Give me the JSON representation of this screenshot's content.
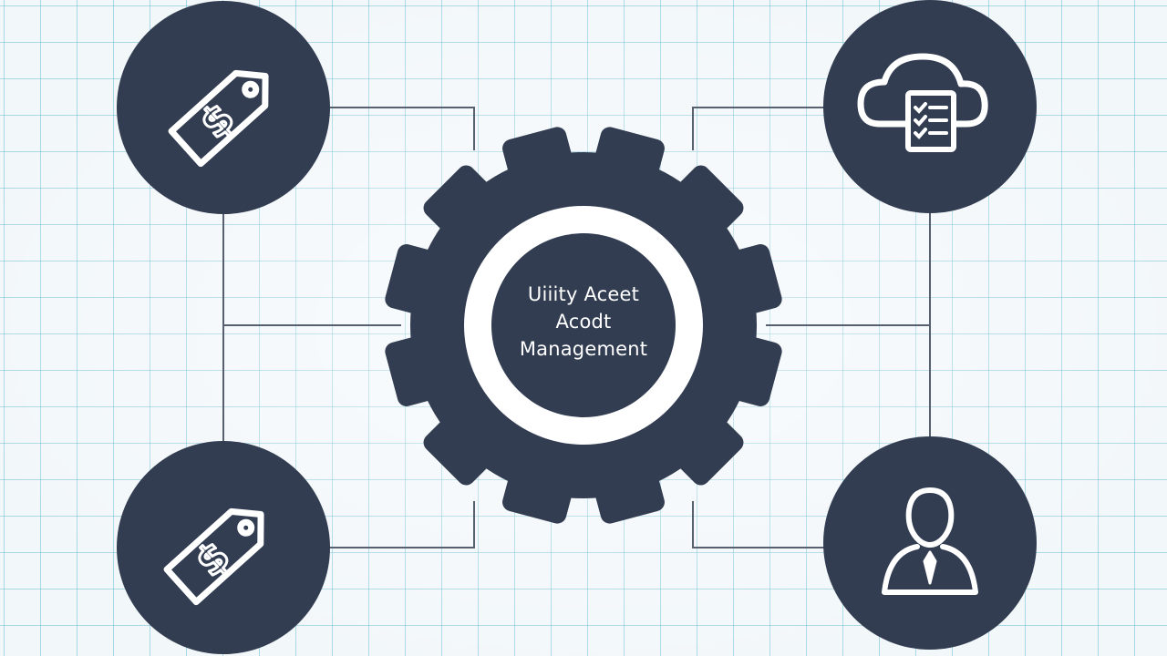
{
  "colors": {
    "node_fill": "#323d52",
    "line": "#56606f",
    "icon_stroke": "#ffffff",
    "grid": "#6ebed7",
    "background": "#f2f7fa"
  },
  "hub": {
    "icon": "gear-icon",
    "label_lines": [
      "Uiiity Aceet",
      "Acodt",
      "Management"
    ]
  },
  "nodes": [
    {
      "id": "top-left",
      "icon": "price-tag-dollar-icon"
    },
    {
      "id": "top-right",
      "icon": "cloud-checklist-icon"
    },
    {
      "id": "bottom-left",
      "icon": "price-tag-dollar-icon"
    },
    {
      "id": "bottom-right",
      "icon": "user-tie-icon"
    }
  ]
}
